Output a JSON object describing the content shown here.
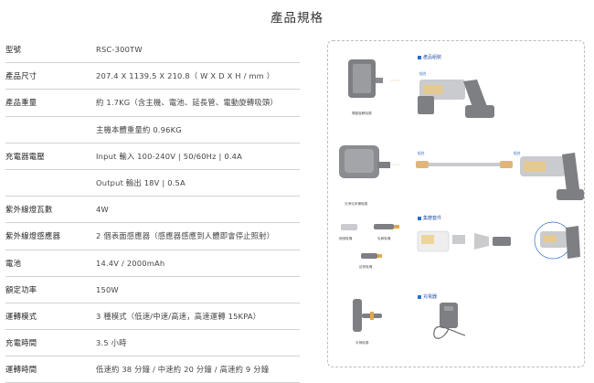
{
  "page": {
    "title": "產品規格"
  },
  "specs": [
    {
      "label": "型號",
      "value": "RSC-300TW"
    },
    {
      "label": "產品尺寸",
      "value": "207.4 X 1139.5 X 210.8（ W X D X H / mm ）"
    },
    {
      "label": "產品重量",
      "value": "約 1.7KG（含主機、電池、延長管、電動旋轉吸頭）"
    },
    {
      "label": "",
      "value": "主機本體重量約 0.96KG"
    },
    {
      "label": "充電器電壓",
      "value": "Input 輸入 100-240V | 50/60Hz | 0.4A"
    },
    {
      "label": "",
      "value": "Output 輸出 18V | 0.5A"
    },
    {
      "label": "紫外線燈瓦數",
      "value": "4W"
    },
    {
      "label": "紫外線燈感應器",
      "value": "2 個表面感應器（感應器感應到人體即會停止照射）"
    },
    {
      "label": "電池",
      "value": "14.4V / 2000mAh"
    },
    {
      "label": "額定功率",
      "value": "150W"
    },
    {
      "label": "運轉模式",
      "value": "3 種模式（低速/中速/高速，高速運轉 15KPA）"
    },
    {
      "label": "充電時間",
      "value": "3.5 小時"
    },
    {
      "label": "運轉時間",
      "value": "低速約 38 分鐘 / 中速約 20 分鐘 / 高速約 9 分鐘"
    }
  ],
  "diagram": {
    "section_product": "產品組裝",
    "section_accessories": "集塵套件",
    "section_charger": "充電器",
    "cap_rotating_head": "電動旋轉吸頭",
    "cap_uv_head": "光淨化床鋪吸頭",
    "cap_crevice": "細縫吸嘴",
    "cap_brush": "毛刷吸嘴",
    "cap_extension": "延長吸嘴",
    "cap_handle": "手柄吸頭",
    "tag_combine": "組合",
    "tag_combine2": "組合",
    "tag_combine3": "組合"
  },
  "colors": {
    "accent": "#2c6ecb",
    "device_gray": "#7d7f83",
    "device_light": "#c9cbcf",
    "glow": "#f0c978"
  }
}
